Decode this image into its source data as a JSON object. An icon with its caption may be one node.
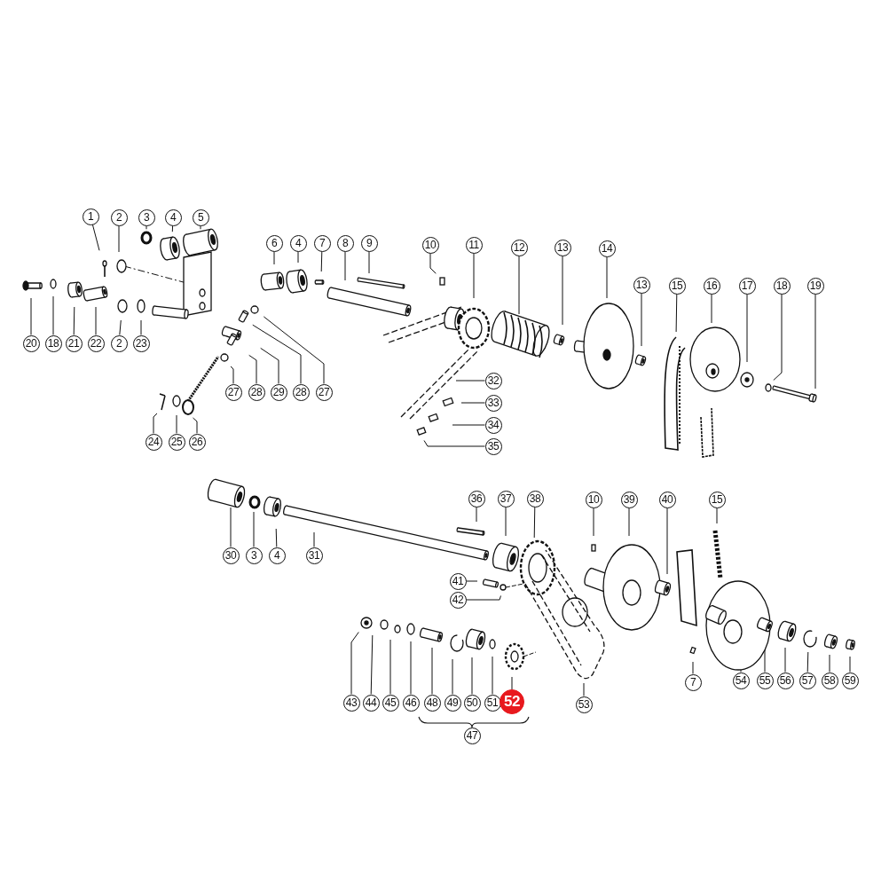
{
  "diagram": {
    "nodes": [
      {
        "text": [
          "1"
        ]
      },
      {
        "text": [
          "2"
        ]
      },
      {
        "text": [
          "3"
        ]
      },
      {
        "text": [
          "4"
        ]
      },
      {
        "text": [
          "5"
        ]
      },
      {
        "text": [
          "6"
        ]
      },
      {
        "text": [
          "4"
        ]
      },
      {
        "text": [
          "7"
        ]
      },
      {
        "text": [
          "8"
        ]
      },
      {
        "text": [
          "9"
        ]
      },
      {
        "text": [
          "10"
        ]
      },
      {
        "text": [
          "11"
        ]
      },
      {
        "text": [
          "12"
        ]
      },
      {
        "text": [
          "13"
        ]
      },
      {
        "text": [
          "14"
        ]
      },
      {
        "text": [
          "13"
        ]
      },
      {
        "text": [
          "15"
        ]
      },
      {
        "text": [
          "16"
        ]
      },
      {
        "text": [
          "17"
        ]
      },
      {
        "text": [
          "18"
        ]
      },
      {
        "text": [
          "19"
        ]
      },
      {
        "text": [
          "20"
        ]
      },
      {
        "text": [
          "18"
        ]
      },
      {
        "text": [
          "21"
        ]
      },
      {
        "text": [
          "22"
        ]
      },
      {
        "text": [
          "2"
        ]
      },
      {
        "text": [
          "23"
        ]
      },
      {
        "text": [
          "32"
        ]
      },
      {
        "text": [
          "33"
        ]
      },
      {
        "text": [
          "27"
        ]
      },
      {
        "text": [
          "28"
        ]
      },
      {
        "text": [
          "29"
        ]
      },
      {
        "text": [
          "28"
        ]
      },
      {
        "text": [
          "27"
        ]
      },
      {
        "text": [
          "34"
        ]
      },
      {
        "text": [
          "35"
        ]
      },
      {
        "text": [
          "24"
        ]
      },
      {
        "text": [
          "25"
        ]
      },
      {
        "text": [
          "26"
        ]
      },
      {
        "text": [
          "36"
        ]
      },
      {
        "text": [
          "37"
        ]
      },
      {
        "text": [
          "38"
        ]
      },
      {
        "text": [
          "10"
        ]
      },
      {
        "text": [
          "39"
        ]
      },
      {
        "text": [
          "40"
        ]
      },
      {
        "text": [
          "15"
        ]
      },
      {
        "text": [
          "30"
        ]
      },
      {
        "text": [
          "3"
        ]
      },
      {
        "text": [
          "4"
        ]
      },
      {
        "text": [
          "31"
        ]
      },
      {
        "text": [
          "41"
        ]
      },
      {
        "text": [
          "42"
        ]
      },
      {
        "text": [
          "54"
        ]
      },
      {
        "text": [
          "55"
        ]
      },
      {
        "text": [
          "56"
        ]
      },
      {
        "text": [
          "57"
        ]
      },
      {
        "text": [
          "58"
        ]
      },
      {
        "text": [
          "59"
        ]
      },
      {
        "text": [
          "7"
        ]
      },
      {
        "text": [
          "43"
        ]
      },
      {
        "text": [
          "44"
        ]
      },
      {
        "text": [
          "45"
        ]
      },
      {
        "text": [
          "46"
        ]
      },
      {
        "text": [
          "48"
        ]
      },
      {
        "text": [
          "49"
        ]
      },
      {
        "text": [
          "50"
        ]
      },
      {
        "text": [
          "51"
        ]
      },
      {
        "text": [
          "52"
        ]
      },
      {
        "text": [
          "53"
        ]
      },
      {
        "text": [
          "47"
        ]
      }
    ],
    "edges": [
      {
        "from": 0,
        "to": null,
        "arrow": "none"
      },
      {
        "from": 1,
        "to": null,
        "arrow": "none"
      },
      {
        "from": 2,
        "to": null,
        "arrow": "none"
      },
      {
        "from": 3,
        "to": null,
        "arrow": "none"
      },
      {
        "from": 4,
        "to": null,
        "arrow": "none"
      },
      {
        "from": 5,
        "to": null,
        "arrow": "none"
      },
      {
        "from": 6,
        "to": null,
        "arrow": "none"
      },
      {
        "from": 7,
        "to": null,
        "arrow": "none"
      },
      {
        "from": 8,
        "to": null,
        "arrow": "none"
      },
      {
        "from": 9,
        "to": null,
        "arrow": "none"
      },
      {
        "from": 10,
        "to": null,
        "arrow": "none"
      },
      {
        "from": 11,
        "to": null,
        "arrow": "none"
      },
      {
        "from": 12,
        "to": null,
        "arrow": "none"
      },
      {
        "from": 13,
        "to": null,
        "arrow": "none"
      },
      {
        "from": 14,
        "to": null,
        "arrow": "none"
      },
      {
        "from": 15,
        "to": null,
        "arrow": "none"
      },
      {
        "from": 16,
        "to": null,
        "arrow": "none"
      },
      {
        "from": 17,
        "to": null,
        "arrow": "none"
      },
      {
        "from": 18,
        "to": null,
        "arrow": "none"
      },
      {
        "from": 19,
        "to": null,
        "arrow": "none"
      },
      {
        "from": 20,
        "to": null,
        "arrow": "none"
      },
      {
        "from": 21,
        "to": null,
        "arrow": "none"
      },
      {
        "from": 22,
        "to": null,
        "arrow": "none"
      },
      {
        "from": 23,
        "to": null,
        "arrow": "none"
      },
      {
        "from": 24,
        "to": null,
        "arrow": "none"
      },
      {
        "from": 25,
        "to": null,
        "arrow": "none"
      },
      {
        "from": 26,
        "to": null,
        "arrow": "none"
      },
      {
        "from": 27,
        "to": null,
        "arrow": "none"
      },
      {
        "from": 28,
        "to": null,
        "arrow": "none"
      },
      {
        "from": 29,
        "to": null,
        "arrow": "none"
      },
      {
        "from": 30,
        "to": null,
        "arrow": "none"
      },
      {
        "from": 31,
        "to": null,
        "arrow": "none"
      },
      {
        "from": 32,
        "to": null,
        "arrow": "none"
      },
      {
        "from": 33,
        "to": null,
        "arrow": "none"
      },
      {
        "from": 34,
        "to": null,
        "arrow": "none"
      },
      {
        "from": 35,
        "to": null,
        "arrow": "none"
      },
      {
        "from": 36,
        "to": null,
        "arrow": "none"
      },
      {
        "from": 37,
        "to": null,
        "arrow": "none"
      },
      {
        "from": 38,
        "to": null,
        "arrow": "none"
      },
      {
        "from": 39,
        "to": null,
        "arrow": "none"
      },
      {
        "from": 40,
        "to": null,
        "arrow": "none"
      },
      {
        "from": 41,
        "to": null,
        "arrow": "none"
      },
      {
        "from": 42,
        "to": null,
        "arrow": "none"
      },
      {
        "from": 43,
        "to": null,
        "arrow": "none"
      },
      {
        "from": 44,
        "to": null,
        "arrow": "none"
      },
      {
        "from": 45,
        "to": null,
        "arrow": "none"
      },
      {
        "from": 46,
        "to": null,
        "arrow": "none"
      },
      {
        "from": 47,
        "to": null,
        "arrow": "none"
      },
      {
        "from": 48,
        "to": null,
        "arrow": "none"
      },
      {
        "from": 49,
        "to": null,
        "arrow": "none"
      },
      {
        "from": 50,
        "to": null,
        "arrow": "none"
      },
      {
        "from": 51,
        "to": null,
        "arrow": "none"
      },
      {
        "from": 52,
        "to": null,
        "arrow": "none"
      },
      {
        "from": 53,
        "to": null,
        "arrow": "none"
      },
      {
        "from": 54,
        "to": null,
        "arrow": "none"
      },
      {
        "from": 55,
        "to": null,
        "arrow": "none"
      },
      {
        "from": 56,
        "to": null,
        "arrow": "none"
      },
      {
        "from": 57,
        "to": null,
        "arrow": "none"
      },
      {
        "from": 58,
        "to": null,
        "arrow": "none"
      },
      {
        "from": 59,
        "to": null,
        "arrow": "none"
      },
      {
        "from": 60,
        "to": null,
        "arrow": "none"
      },
      {
        "from": 61,
        "to": null,
        "arrow": "none"
      },
      {
        "from": 62,
        "to": null,
        "arrow": "none"
      },
      {
        "from": 63,
        "to": null,
        "arrow": "none"
      },
      {
        "from": 64,
        "to": null,
        "arrow": "none"
      },
      {
        "from": 65,
        "to": null,
        "arrow": "none"
      },
      {
        "from": 66,
        "to": null,
        "arrow": "none"
      },
      {
        "from": 67,
        "to": null,
        "arrow": "none"
      },
      {
        "from": 68,
        "to": null,
        "arrow": "none"
      }
    ]
  }
}
